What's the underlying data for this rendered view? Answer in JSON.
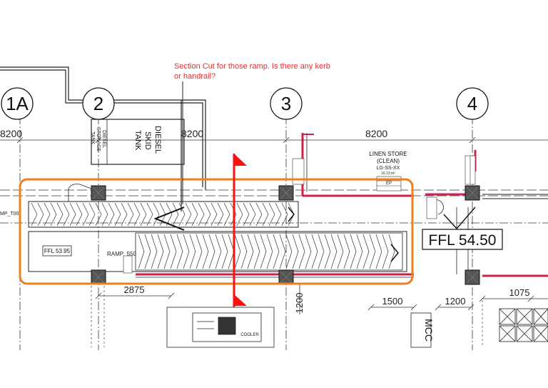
{
  "markup": {
    "comment_text": "Section Cut for those ramp. Is there any kerb or handrail?",
    "highlight_color": "#f07f20",
    "section_color": "#ff1010"
  },
  "gridlines": [
    {
      "label": "1A"
    },
    {
      "label": "2"
    },
    {
      "label": "3"
    },
    {
      "label": "4"
    }
  ],
  "dimensions": {
    "bay_1A_2": "8200",
    "bay_2_3": "8200",
    "bay_3_4": "8200",
    "dim_2875": "2875",
    "dim_1200_vertical": "1200",
    "dim_1500": "1500",
    "dim_1200": "1200",
    "dim_1075": "1075"
  },
  "rooms": {
    "diesel_tank_line1": "DIESEL",
    "diesel_tank_line2": "SKID",
    "diesel_tank_line3": "TANK",
    "diesel_storage_line1": "DIESEL",
    "diesel_storage_line2": "STORAGE",
    "diesel_storage_line3": "TANK",
    "linen_store_line1": "LINEN STORE",
    "linen_store_line2": "(CLEAN)",
    "linen_store_code": "LG-SS-XX",
    "linen_area": "16.13 m²",
    "linen_tag_ep": "EP",
    "mcc_label": "MCC",
    "cooler_label": "COOLER"
  },
  "levels": {
    "ffl_right": "FFL 54.50",
    "ffl_left": "FFL 53.95",
    "ramp_top": "MP_T00",
    "ramp_label": "RAMP_550"
  }
}
